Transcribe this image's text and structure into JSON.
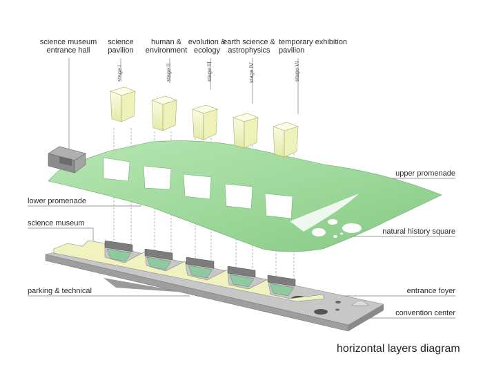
{
  "top_labels": [
    {
      "id": "entrance_hall",
      "line1": "science museum",
      "line2": "entrance hall"
    },
    {
      "id": "science_pavilion",
      "line1": "science",
      "line2": "pavilion"
    },
    {
      "id": "human_environment",
      "line1": "human &",
      "line2": "environment"
    },
    {
      "id": "evolution_ecology",
      "line1": "evolution &",
      "line2": "ecology"
    },
    {
      "id": "earth_science",
      "line1": "earth science &",
      "line2": "astrophysics"
    },
    {
      "id": "temporary_exhibition",
      "line1": "temporary exhibition",
      "line2": "pavilion"
    }
  ],
  "stages": [
    "stage I",
    "stage II",
    "stage III",
    "stage IV",
    "stage VI"
  ],
  "side_labels": {
    "upper_promenade": "upper promenade",
    "lower_promenade": "lower promenade",
    "science_museum": "science museum",
    "natural_history_square": "natural history square",
    "parking_technical": "parking & technical",
    "entrance_foyer": "entrance foyer",
    "convention_center": "convention center"
  },
  "title": "horizontal layers diagram",
  "colors": {
    "green": "#9dd89b",
    "yellow": "#f2f4c4",
    "grey": "#c9c9c9",
    "dark_grey": "#7d7d7d",
    "text": "#2b2b2b"
  }
}
